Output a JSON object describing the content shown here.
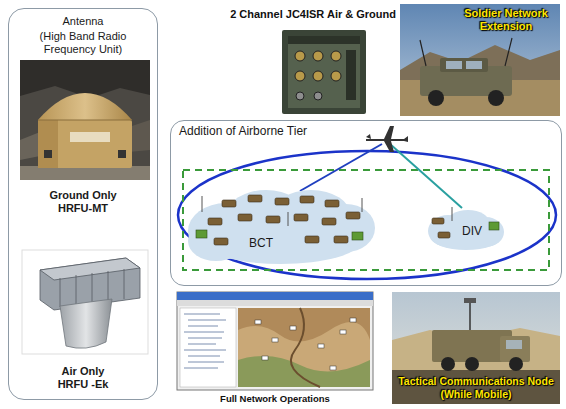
{
  "diagram": {
    "nodes": [
      {
        "text": [
          "Antenna",
          "(High Band Radio Frequency Unit)",
          "Ground Only HRFU-MT",
          "Air Only HRFU -Ek"
        ]
      },
      {
        "text": [
          "Soldier Network Extension"
        ]
      },
      {
        "text": [
          "Addition of Airborne Tier"
        ]
      },
      {
        "text": [
          "BCT"
        ],
        "in": 2
      },
      {
        "text": [
          "DIV"
        ],
        "in": 2
      },
      {
        "text": [
          "Tactical Communications Node (While Mobile)"
        ]
      }
    ],
    "labels": [
      "2 Channel JC4ISR Air & Ground",
      "Full Network Operations"
    ]
  }
}
